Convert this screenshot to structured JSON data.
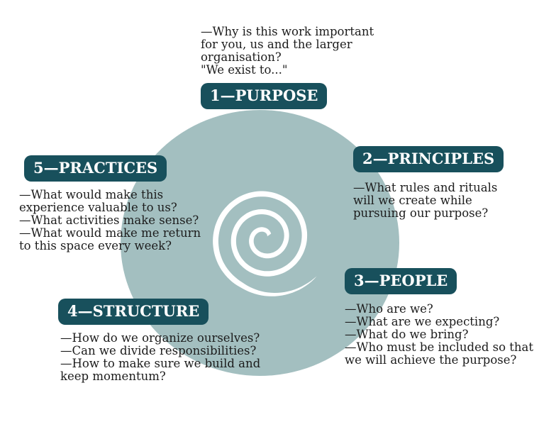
{
  "colors": {
    "background": "#ffffff",
    "circle_fill": "#a3bfc0",
    "badge_fill": "#18505c",
    "badge_text": "#ffffff",
    "question_text": "#1c1c1c",
    "spiral": "#ffffff"
  },
  "center": {
    "icon": "spiral-icon"
  },
  "sections": [
    {
      "badge": "1—PURPOSE",
      "questions": [
        "—Why is this work important",
        "for you, us and the larger",
        "organisation?",
        "\"We exist to...\""
      ]
    },
    {
      "badge": "2—PRINCIPLES",
      "questions": [
        "—What rules and rituals",
        "will we create while",
        "pursuing our purpose?"
      ]
    },
    {
      "badge": "3—PEOPLE",
      "questions": [
        "—Who are we?",
        "—What are we expecting?",
        "—What do we bring?",
        "—Who must be included so that",
        "we will achieve the purpose?"
      ]
    },
    {
      "badge": "4—STRUCTURE",
      "questions": [
        "—How do we organize ourselves?",
        "—Can we divide responsibilities?",
        "—How to make sure we build and",
        "keep momentum?"
      ]
    },
    {
      "badge": "5—PRACTICES",
      "questions": [
        "—What would make this",
        "experience valuable to us?",
        "—What activities make sense?",
        "—What would make me return",
        "to this space every week?"
      ]
    }
  ]
}
